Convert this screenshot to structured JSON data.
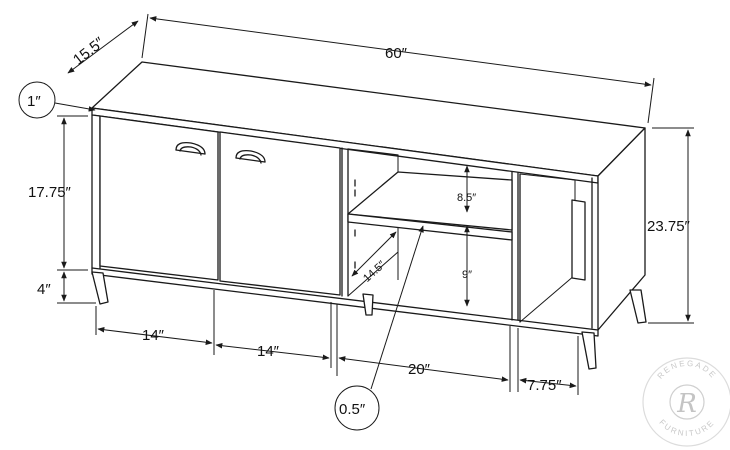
{
  "dimensions": {
    "width": "60″",
    "depth": "15.5″",
    "top_thickness": "1″",
    "door_height": "17.75″",
    "leg_height": "4″",
    "total_height": "23.75″",
    "left_door_width": "14″",
    "right_door_width": "14″",
    "center_opening_width": "20″",
    "side_opening_width": "7.75″",
    "upper_shelf_height": "8.5″",
    "lower_shelf_height": "9″",
    "shelf_depth": "14.5″",
    "shelf_thickness": "0.5″"
  },
  "watermark": {
    "brand_top": "RENEGADE",
    "brand_bottom": "FURNITURE",
    "monogram": "R"
  }
}
